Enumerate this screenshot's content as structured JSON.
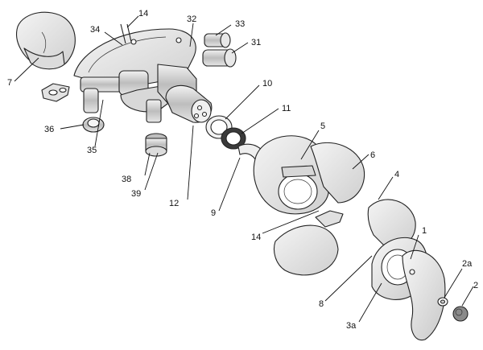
{
  "callouts": {
    "c1": "1",
    "c2": "2",
    "c2a": "2a",
    "c3a": "3a",
    "c4": "4",
    "c5": "5",
    "c6": "6",
    "c7": "7",
    "c8": "8",
    "c9": "9",
    "c10": "10",
    "c11": "11",
    "c12": "12",
    "c14a": "14",
    "c14b": "14",
    "c31": "31",
    "c32": "32",
    "c33": "33",
    "c34": "34",
    "c35": "35",
    "c36": "36",
    "c38": "38",
    "c39": "39"
  },
  "colors": {
    "line": "#222222",
    "shade": "#e8e8e8",
    "dark": "#9a9a9a",
    "paper": "#ffffff"
  }
}
